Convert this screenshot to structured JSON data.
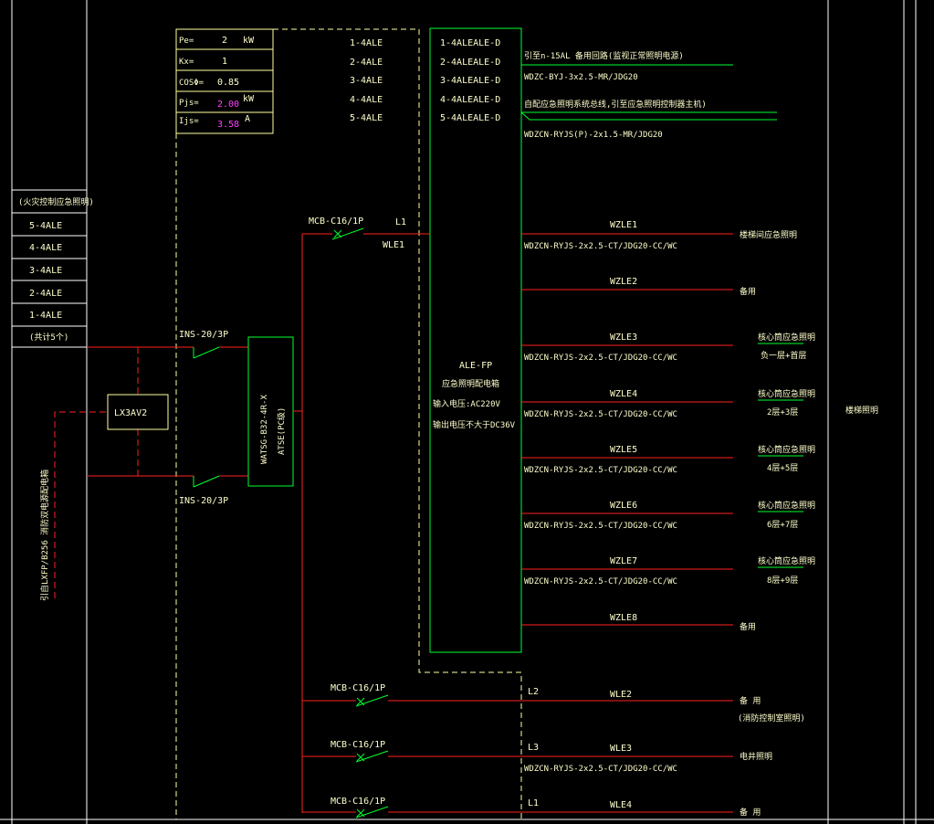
{
  "table": {
    "rows": [
      {
        "label": "Pe=",
        "value": "2",
        "unit": "kW"
      },
      {
        "label": "Kx=",
        "value": "1",
        "unit": ""
      },
      {
        "label": "COSΦ=",
        "value": "0.85",
        "unit": ""
      },
      {
        "label": "Pjs=",
        "value": "2.00",
        "unit": "kW"
      },
      {
        "label": "Ijs=",
        "value": "3.58",
        "unit": "A"
      }
    ]
  },
  "colors": {
    "background": "#000000",
    "highlight": "#ff40ff",
    "circuit": "#ff2020",
    "panel": "#00ff30",
    "text": "#ffffcc"
  },
  "ale_list_mid": [
    "1-4ALE",
    "2-4ALE",
    "3-4ALE",
    "4-4ALE",
    "5-4ALE"
  ],
  "ale_list_box": [
    "1-4ALEALE-D",
    "2-4ALEALE-D",
    "3-4ALEALE-D",
    "4-4ALEALE-D",
    "5-4ALEALE-D"
  ],
  "top_lines": {
    "line1_label": "引至n-15AL 备用回路(监视正常照明电源)",
    "line1_cable": "WDZC-BYJ-3x2.5-MR/JDG20",
    "line2_label": "自配应急照明系统总线,引至应急照明控制器主机)",
    "line2_cable": "WDZCN-RYJS(P)-2x1.5-MR/JDG20"
  },
  "left_panel": {
    "header": "(火灾控制应急照明)",
    "items": [
      "5-4ALE",
      "4-4ALE",
      "3-4ALE",
      "2-4ALE",
      "1-4ALE"
    ],
    "footer": "(共计5个)"
  },
  "left_vertical": "引自LXFP/B256 消防双电源配电箱",
  "lx_box": "LX3AV2",
  "ins_top": "INS-20/3P",
  "ins_bottom": "INS-20/3P",
  "ats_label": "WATSG-B32-4R-X",
  "ats_sub": "ATSE(PC级)",
  "mcb_top": {
    "label": "MCB-C16/1P",
    "phase": "L1",
    "circuit": "WLE1"
  },
  "ale_fp": {
    "title": "ALE-FP",
    "line1": "应急照明配电箱",
    "line2": "输入电压:AC220V",
    "line3": "输出电压不大于DC36V"
  },
  "outgoing": [
    {
      "name": "WZLE1",
      "cable": "WDZCN-RYJS-2x2.5-CT/JDG20-CC/WC",
      "dest1": "楼梯间应急照明",
      "dest2": ""
    },
    {
      "name": "WZLE2",
      "cable": "",
      "dest1": "备用",
      "dest2": ""
    },
    {
      "name": "WZLE3",
      "cable": "WDZCN-RYJS-2x2.5-CT/JDG20-CC/WC",
      "dest1": "核心筒应急照明",
      "dest2": "负一层+首层"
    },
    {
      "name": "WZLE4",
      "cable": "WDZCN-RYJS-2x2.5-CT/JDG20-CC/WC",
      "dest1": "核心筒应急照明",
      "dest2": "2层+3层"
    },
    {
      "name": "WZLE5",
      "cable": "WDZCN-RYJS-2x2.5-CT/JDG20-CC/WC",
      "dest1": "核心筒应急照明",
      "dest2": "4层+5层"
    },
    {
      "name": "WZLE6",
      "cable": "WDZCN-RYJS-2x2.5-CT/JDG20-CC/WC",
      "dest1": "核心筒应急照明",
      "dest2": "6层+7层"
    },
    {
      "name": "WZLE7",
      "cable": "WDZCN-RYJS-2x2.5-CT/JDG20-CC/WC",
      "dest1": "核心筒应急照明",
      "dest2": "8层+9层"
    },
    {
      "name": "WZLE8",
      "cable": "",
      "dest1": "备用",
      "dest2": ""
    }
  ],
  "bottom_circuits": [
    {
      "mcb": "MCB-C16/1P",
      "phase": "L2",
      "name": "WLE2",
      "cable": "",
      "dest1": "备 用",
      "dest2": "(消防控制室照明)"
    },
    {
      "mcb": "MCB-C16/1P",
      "phase": "L3",
      "name": "WLE3",
      "cable": "WDZCN-RYJS-2x2.5-CT/JDG20-CC/WC",
      "dest1": "电井照明",
      "dest2": ""
    },
    {
      "mcb": "MCB-C16/1P",
      "phase": "L1",
      "name": "WLE4",
      "cable": "",
      "dest1": "备 用",
      "dest2": ""
    }
  ],
  "right_note": "楼梯照明"
}
